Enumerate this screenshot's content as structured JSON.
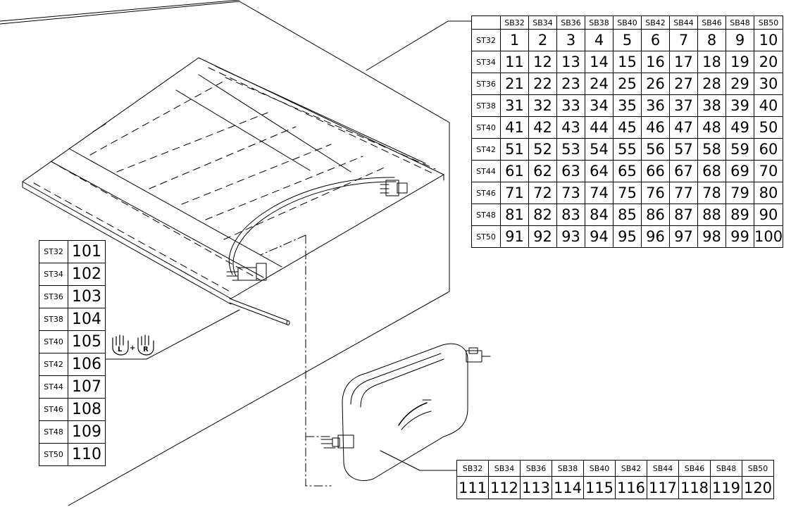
{
  "matrix": {
    "col_headers": [
      "SB32",
      "SB34",
      "SB36",
      "SB38",
      "SB40",
      "SB42",
      "SB44",
      "SB46",
      "SB48",
      "SB50"
    ],
    "rows": [
      {
        "label": "ST32",
        "values": [
          "1",
          "2",
          "3",
          "4",
          "5",
          "6",
          "7",
          "8",
          "9",
          "10"
        ]
      },
      {
        "label": "ST34",
        "values": [
          "11",
          "12",
          "13",
          "14",
          "15",
          "16",
          "17",
          "18",
          "19",
          "20"
        ]
      },
      {
        "label": "ST36",
        "values": [
          "21",
          "22",
          "23",
          "24",
          "25",
          "26",
          "27",
          "28",
          "29",
          "30"
        ]
      },
      {
        "label": "ST38",
        "values": [
          "31",
          "32",
          "33",
          "34",
          "35",
          "36",
          "37",
          "38",
          "39",
          "40"
        ]
      },
      {
        "label": "ST40",
        "values": [
          "41",
          "42",
          "43",
          "44",
          "45",
          "46",
          "47",
          "48",
          "49",
          "50"
        ]
      },
      {
        "label": "ST42",
        "values": [
          "51",
          "52",
          "53",
          "54",
          "55",
          "56",
          "57",
          "58",
          "59",
          "60"
        ]
      },
      {
        "label": "ST44",
        "values": [
          "61",
          "62",
          "63",
          "64",
          "65",
          "66",
          "67",
          "68",
          "69",
          "70"
        ]
      },
      {
        "label": "ST46",
        "values": [
          "71",
          "72",
          "73",
          "74",
          "75",
          "76",
          "77",
          "78",
          "79",
          "80"
        ]
      },
      {
        "label": "ST48",
        "values": [
          "81",
          "82",
          "83",
          "84",
          "85",
          "86",
          "87",
          "88",
          "89",
          "90"
        ]
      },
      {
        "label": "ST50",
        "values": [
          "91",
          "92",
          "93",
          "94",
          "95",
          "96",
          "97",
          "98",
          "99",
          "100"
        ]
      }
    ]
  },
  "st_table": {
    "rows": [
      {
        "label": "ST32",
        "value": "101"
      },
      {
        "label": "ST34",
        "value": "102"
      },
      {
        "label": "ST36",
        "value": "103"
      },
      {
        "label": "ST38",
        "value": "104"
      },
      {
        "label": "ST40",
        "value": "105"
      },
      {
        "label": "ST42",
        "value": "106"
      },
      {
        "label": "ST44",
        "value": "107"
      },
      {
        "label": "ST46",
        "value": "108"
      },
      {
        "label": "ST48",
        "value": "109"
      },
      {
        "label": "ST50",
        "value": "110"
      }
    ]
  },
  "sb_table": {
    "headers": [
      "SB32",
      "SB34",
      "SB36",
      "SB38",
      "SB40",
      "SB42",
      "SB44",
      "SB46",
      "SB48",
      "SB50"
    ],
    "values": [
      "111",
      "112",
      "113",
      "114",
      "115",
      "116",
      "117",
      "118",
      "119",
      "120"
    ]
  },
  "hands": {
    "left": "L",
    "plus": "+",
    "right": "R",
    "icon": "hand-icon"
  }
}
